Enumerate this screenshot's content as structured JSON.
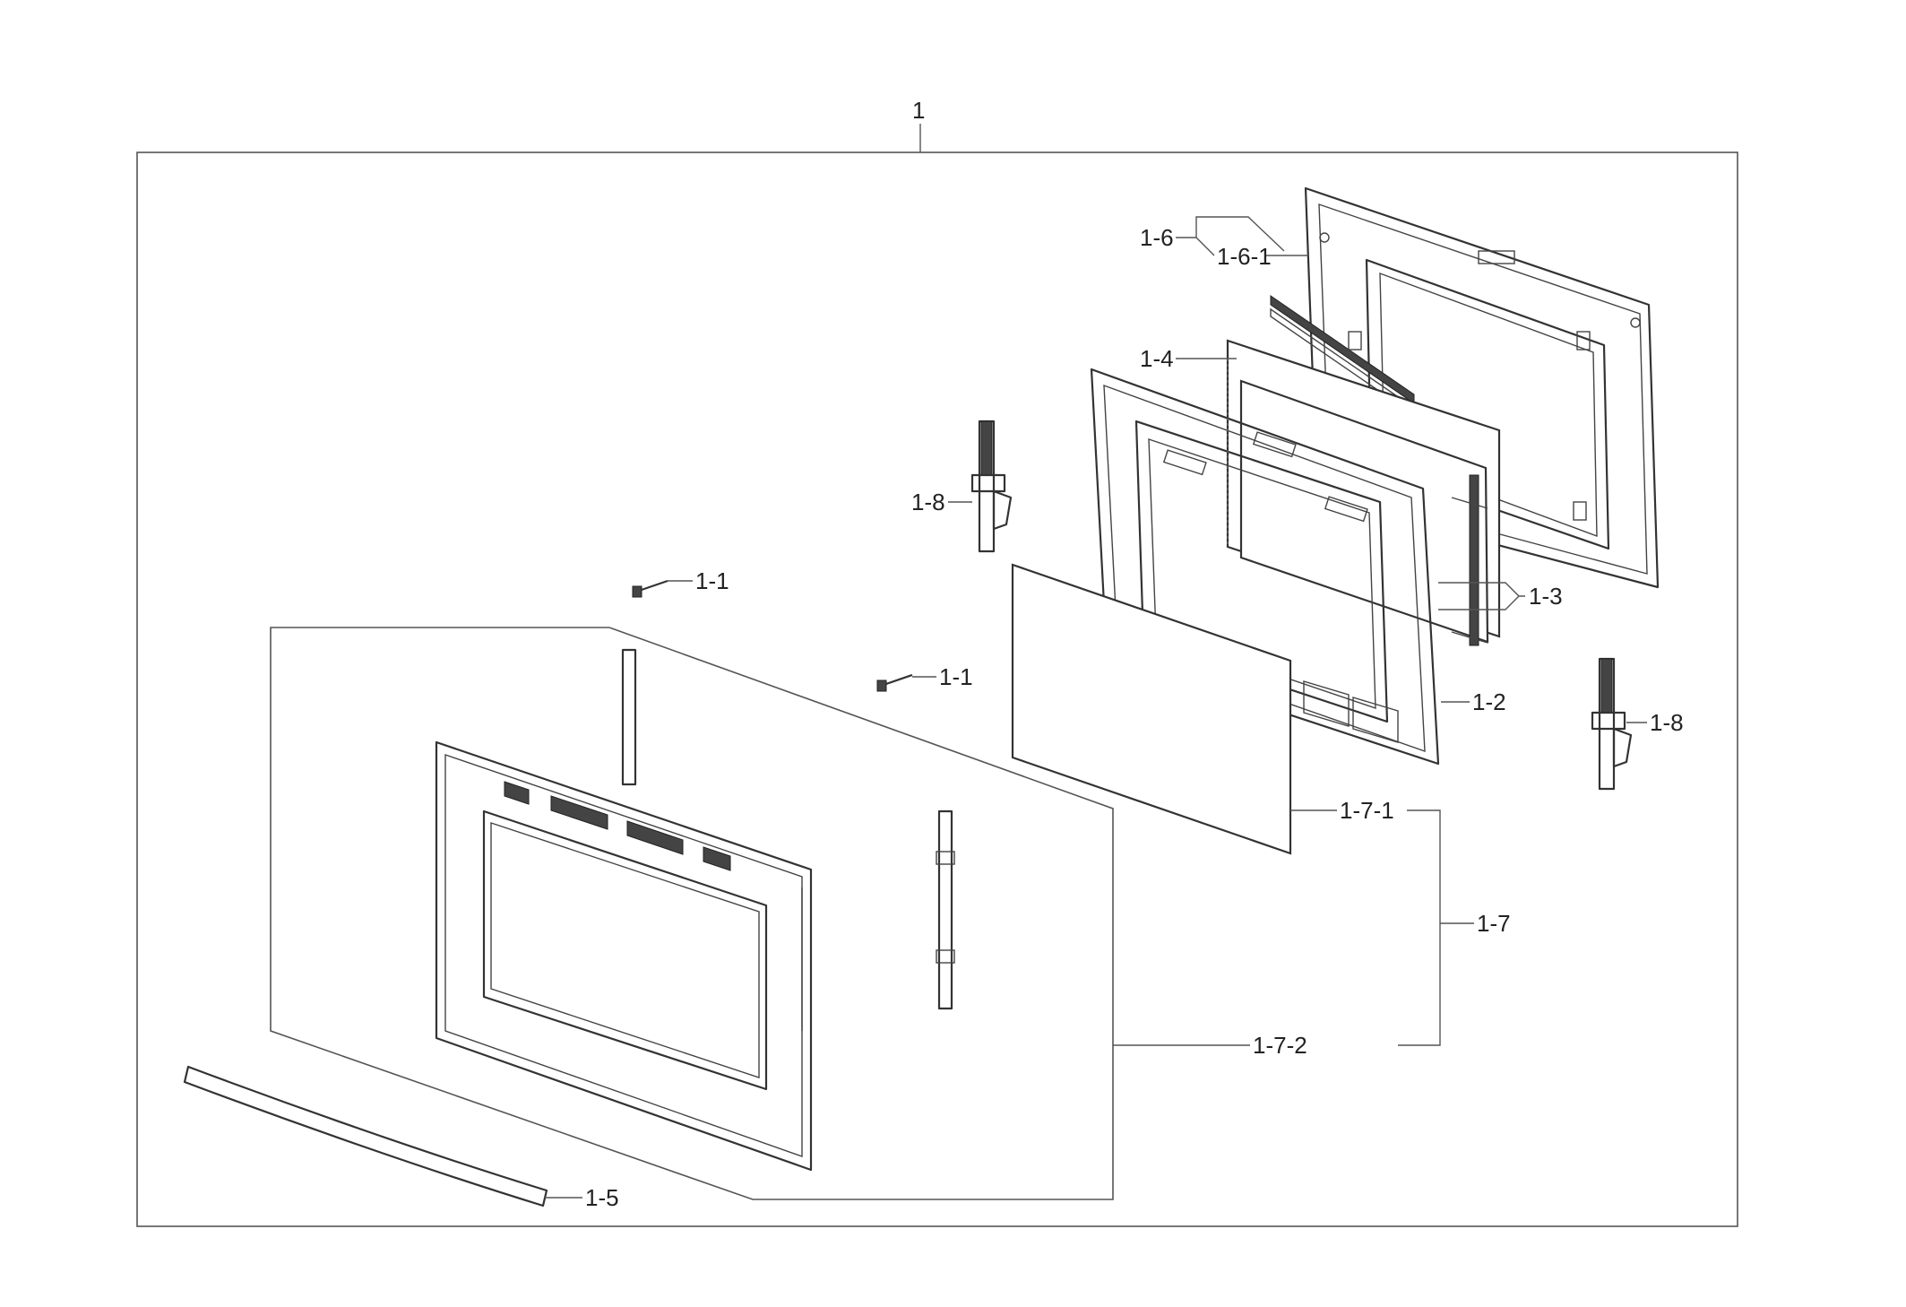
{
  "callouts": {
    "assembly": "1",
    "door_outer_label_1_6": "1-6",
    "door_outer_label_1_6_1": "1-6-1",
    "glass_1_4": "1-4",
    "hinge_left_1_8": "1-8",
    "hinge_right_1_8": "1-8",
    "screw_upper_1_1": "1-1",
    "screw_lower_1_1": "1-1",
    "frame_1_3": "1-3",
    "frame_1_2": "1-2",
    "glass_1_7_1": "1-7-1",
    "assembly_1_7": "1-7",
    "panel_1_7_2": "1-7-2",
    "handle_1_5": "1-5"
  }
}
